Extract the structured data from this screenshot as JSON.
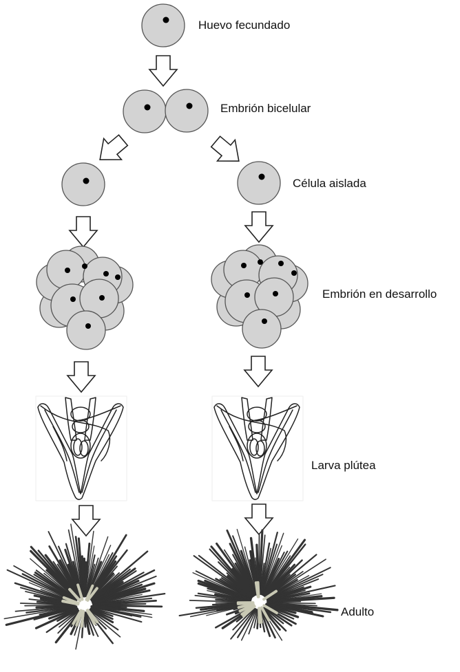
{
  "labels": {
    "egg": "Huevo fecundado",
    "two_cell": "Embrión bicelular",
    "isolated": "Célula aislada",
    "developing": "Embrión en desarrollo",
    "larva": "Larva plútea",
    "adult": "Adulto"
  },
  "colors": {
    "cell_fill": "#d3d3d3",
    "cell_stroke": "#555555",
    "nucleus": "#000000",
    "arrow_fill": "#ffffff",
    "line": "#222222"
  }
}
